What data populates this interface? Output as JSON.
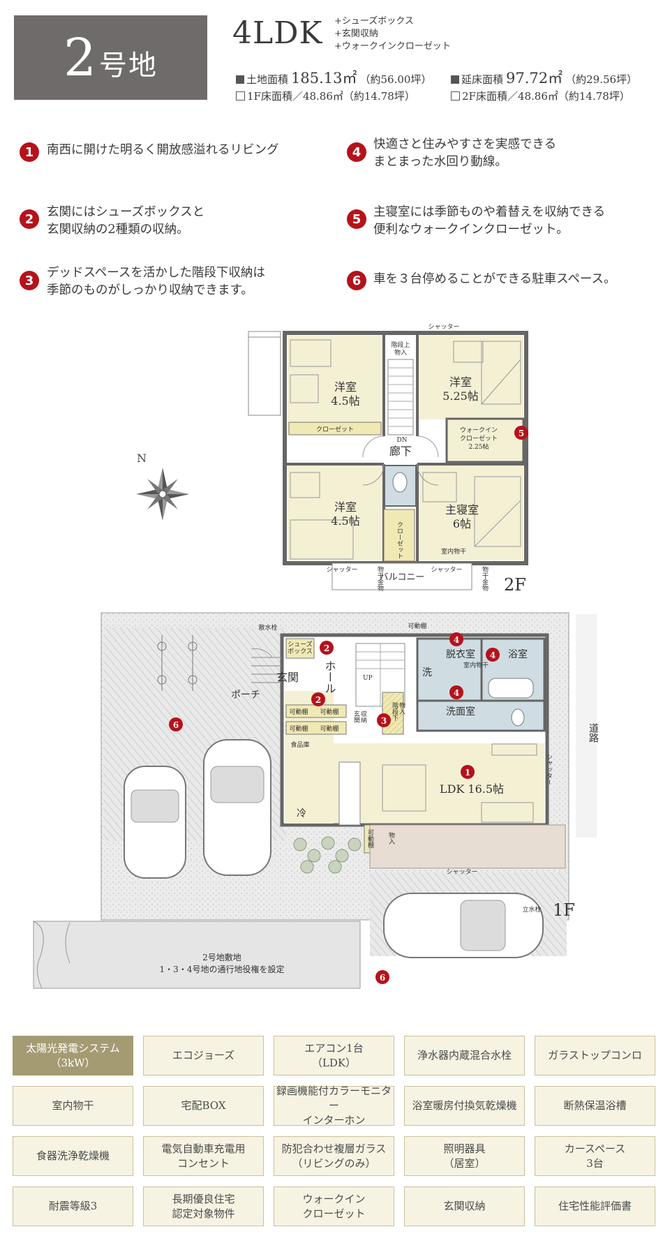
{
  "header": {
    "lot_number": "2",
    "lot_suffix": "号地",
    "plan_type": "4LDK",
    "extras": [
      "+シューズボックス",
      "+玄関収納",
      "+ウォークインクローゼット"
    ],
    "land_area_label": "土地面積",
    "land_area_value": "185.13㎡",
    "land_area_tsubo": "（約56.00坪）",
    "floor_area_label": "延床面積",
    "floor_area_value": "97.72㎡",
    "floor_area_tsubo": "（約29.56坪）",
    "first_floor": "1F床面積／48.86㎡（約14.78坪）",
    "second_floor": "2F床面積／48.86㎡（約14.78坪）"
  },
  "features": [
    {
      "num": "1",
      "lines": [
        "南西に開けた明るく開放感溢れるリビング"
      ]
    },
    {
      "num": "2",
      "lines": [
        "玄関にはシューズボックスと",
        "玄関収納の2種類の収納。"
      ]
    },
    {
      "num": "3",
      "lines": [
        "デッドスペースを活かした階段下収納は",
        "季節のものがしっかり収納できます。"
      ]
    },
    {
      "num": "4",
      "lines": [
        "快適さと住みやすさを実感できる",
        "まとまった水回り動線。"
      ]
    },
    {
      "num": "5",
      "lines": [
        "主寝室には季節ものや着替えを収納できる",
        "便利なウォークインクローゼット。"
      ]
    },
    {
      "num": "6",
      "lines": [
        "車を３台停めることができる駐車スペース。"
      ]
    }
  ],
  "floor2": {
    "floor_label": "2F",
    "rooms": {
      "west_top": [
        "洋室",
        "4.5帖"
      ],
      "east_top": [
        "洋室",
        "5.25帖"
      ],
      "west_bottom": [
        "洋室",
        "4.5帖"
      ],
      "master": [
        "主寝室",
        "6帖"
      ],
      "wic": [
        "ウォークイン",
        "クローゼット",
        "2.25帖"
      ],
      "hall": "廊下",
      "closet_h": "クローゼット",
      "closet_v": "クローゼット",
      "stair_storage": [
        "階段上",
        "物入"
      ],
      "dn": "DN",
      "indoor_dry": "室内物干",
      "balcony": "バルコニー",
      "shutter": "シャッター",
      "monohoshi": "物干金物"
    },
    "wic_badge": "5"
  },
  "floor1": {
    "floor_label": "1F",
    "road": "道路",
    "rooms": {
      "ldk": "LDK 16.5帖",
      "genkan": "玄関",
      "hall": "ホール",
      "porch": "ポーチ",
      "shoes": [
        "シューズ",
        "ボックス"
      ],
      "genkan_storage": [
        "玄関",
        "収納"
      ],
      "datsui": "脱衣室",
      "bath": "浴室",
      "senmen": "洗面室",
      "sen": "洗",
      "pantry": "食品庫",
      "fridge": "冷",
      "stair_storage": [
        "階段下",
        "物入"
      ],
      "storage": "物入",
      "movable_shelf": "可動棚",
      "shutter": "シャッター",
      "up": "UP",
      "sprinkler": "散水栓",
      "faucet": "立水栓",
      "indoor_dry": "室内物干"
    },
    "badges": {
      "b1": "1",
      "b2a": "2",
      "b2b": "2",
      "b3": "3",
      "b4a": "4",
      "b4b": "4",
      "b4c": "4",
      "b6a": "6",
      "b6b": "6"
    },
    "site_note": [
      "2号地敷地",
      "1・3・4号地の通行地役権を設定"
    ]
  },
  "equipment": [
    {
      "label": "太陽光発電システム\n（3kW）",
      "highlight": true
    },
    {
      "label": "エコジョーズ"
    },
    {
      "label": "エアコン1台\n（LDK）"
    },
    {
      "label": "浄水器内蔵混合水栓"
    },
    {
      "label": "ガラストップコンロ"
    },
    {
      "label": "室内物干"
    },
    {
      "label": "宅配BOX"
    },
    {
      "label": "録画機能付カラーモニター\nインターホン"
    },
    {
      "label": "浴室暖房付換気乾燥機"
    },
    {
      "label": "断熱保温浴槽"
    },
    {
      "label": "食器洗浄乾燥機"
    },
    {
      "label": "電気自動車充電用\nコンセント"
    },
    {
      "label": "防犯合わせ複層ガラス\n（リビングのみ）"
    },
    {
      "label": "照明器具\n（居室）"
    },
    {
      "label": "カースペース\n3台"
    },
    {
      "label": "耐震等級3"
    },
    {
      "label": "長期優良住宅\n認定対象物件"
    },
    {
      "label": "ウォークイン\nクローゼット"
    },
    {
      "label": "玄関収納"
    },
    {
      "label": "住宅性能評価書"
    }
  ],
  "colors": {
    "badge_red": "#b5121b",
    "room_fill": "#f4f0d4",
    "water_fill": "#cfdde3",
    "header_gray": "#6f6b6b",
    "equip_highlight": "#a59b73"
  }
}
